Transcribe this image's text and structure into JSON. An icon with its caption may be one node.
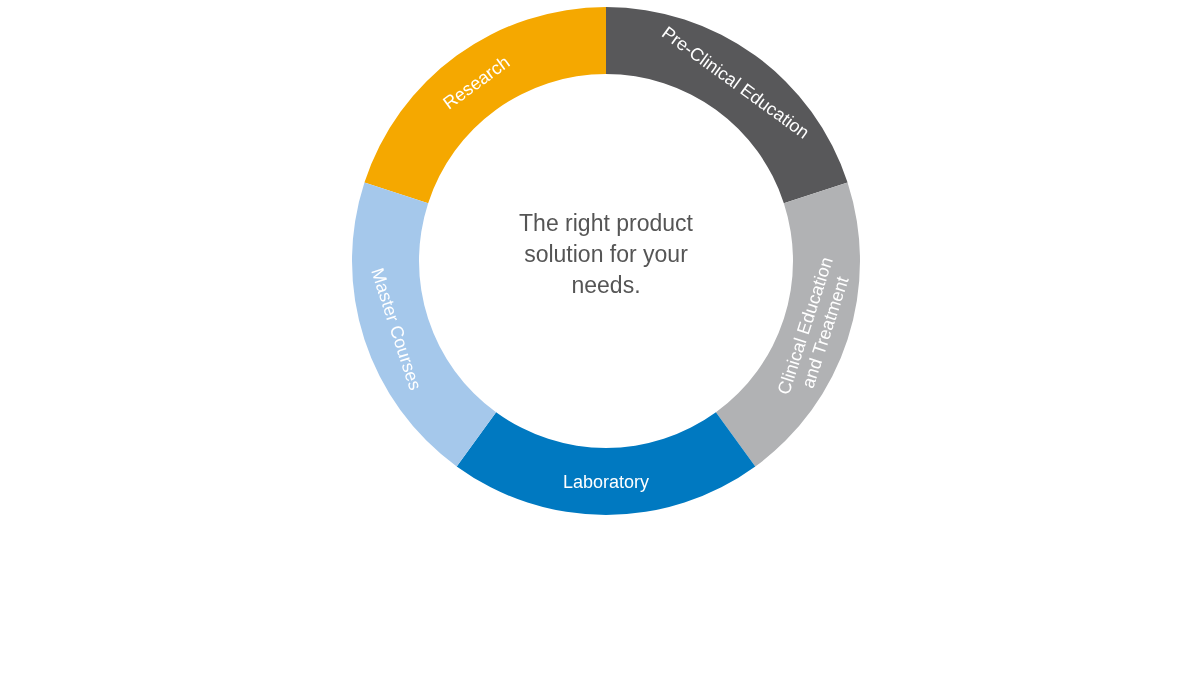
{
  "diagram": {
    "nodes": [
      {
        "text": [
          "Research"
        ]
      },
      {
        "text": [
          "Pre-Clinical Education"
        ]
      },
      {
        "text": [
          "Clinical Education and Treatment"
        ]
      },
      {
        "text": [
          "Laboratory"
        ]
      },
      {
        "text": [
          "Master Courses"
        ]
      }
    ],
    "labels": [
      "The right product solution for your needs."
    ]
  }
}
